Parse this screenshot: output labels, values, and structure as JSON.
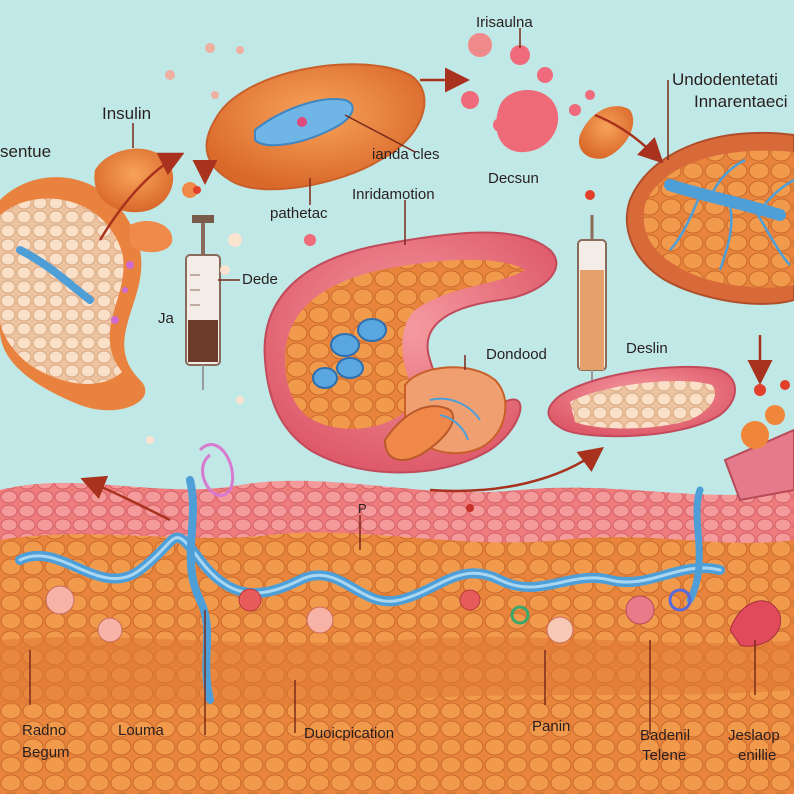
{
  "labels": {
    "top_center": "Irisaulna",
    "top_right_1": "Undodentetati",
    "top_right_2": "Innarentaeci",
    "insulin": "Insulin",
    "sentue": "sentue",
    "ianda_cles": "ianda cles",
    "decsun": "Decsun",
    "pathetac": "pathetac",
    "inridamotion": "Inridamotion",
    "dede": "Dede",
    "ja": "Ja",
    "dondood": "Dondood",
    "deslin": "Deslin",
    "p_mark": "P",
    "radno_1": "Radno",
    "radno_2": "Begum",
    "louma": "Louma",
    "duplication": "Duoicpication",
    "panin": "Panin",
    "badenil_1": "Badenil",
    "badenil_2": "Telene",
    "jeslap_1": "Jeslaop",
    "jeslap_2": "enillie"
  },
  "colors": {
    "background": "#bfe8e6",
    "tissue_orange": "#f08a3a",
    "tissue_pink": "#f07a86",
    "vessel_blue": "#5fa9dc",
    "arrow_red": "#a8321e"
  }
}
